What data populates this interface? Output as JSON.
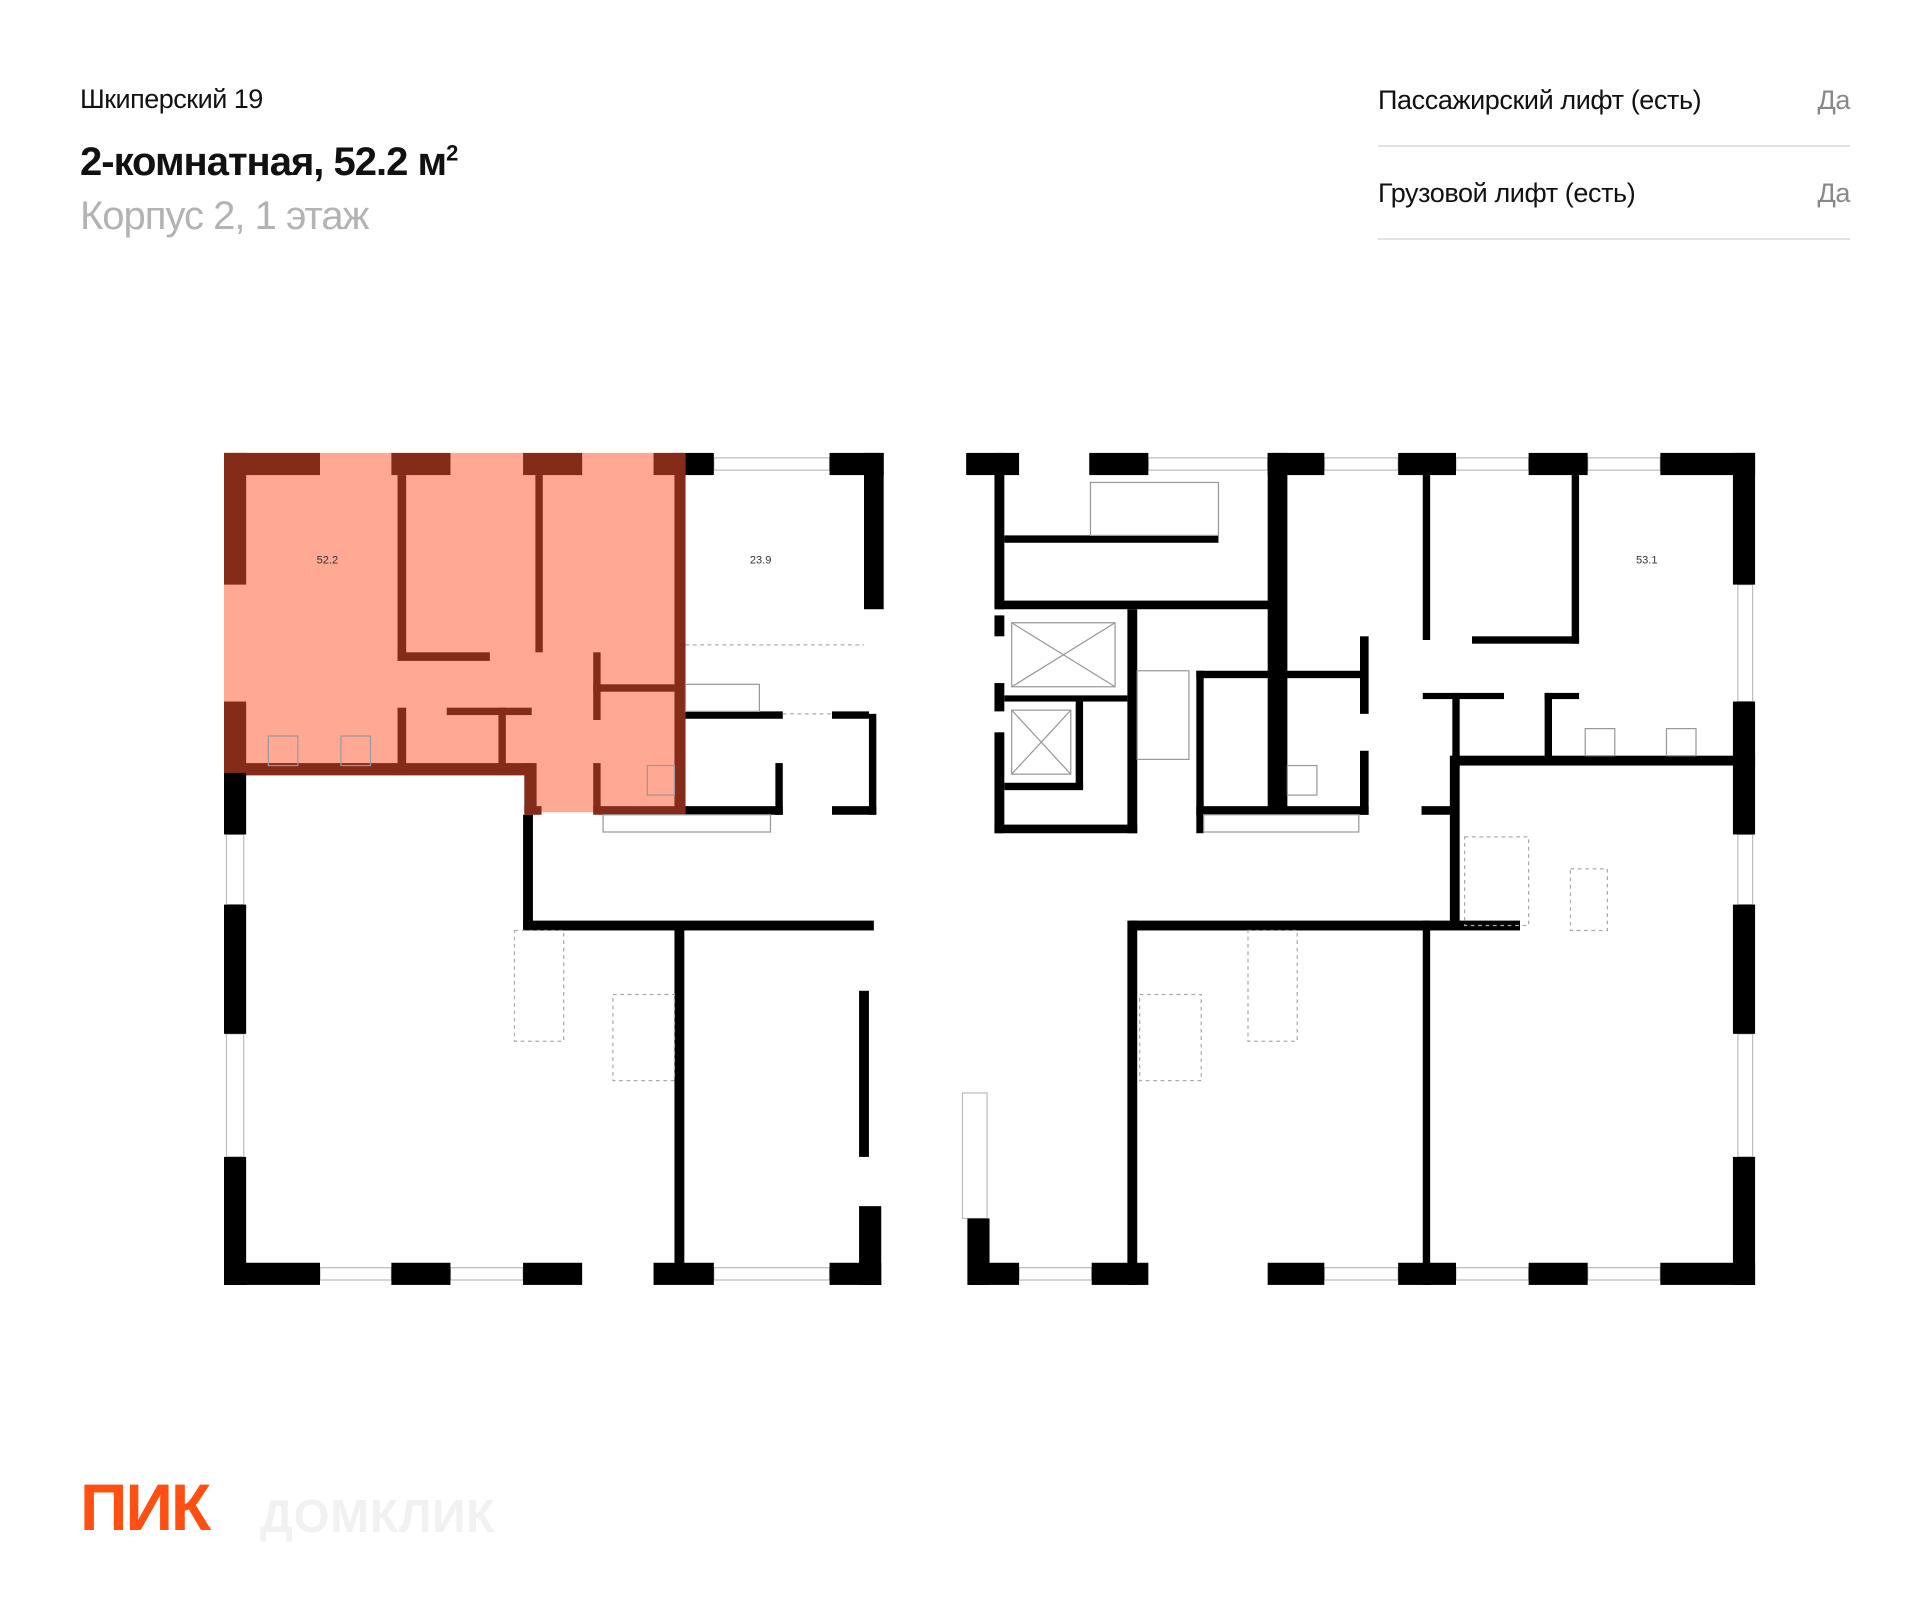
{
  "header": {
    "project": "Шкиперский 19",
    "apartment_title": "2-комнатная, 52.2 м",
    "apartment_unit_sup": "2",
    "building_floor": "Корпус 2, 1 этаж"
  },
  "features": [
    {
      "label": "Пассажирский лифт (есть)",
      "value": "Да"
    },
    {
      "label": "Грузовой лифт (есть)",
      "value": "Да"
    }
  ],
  "plan": {
    "room_labels": [
      "52.2",
      "23.9",
      "53.1"
    ],
    "highlight_color": "#ffa893",
    "highlight_wall_color": "#842b19",
    "wall_color": "#000000"
  },
  "logo": {
    "brand": "ПИК",
    "watermark": "ДОМКЛИК",
    "color": "#ff4f12"
  }
}
